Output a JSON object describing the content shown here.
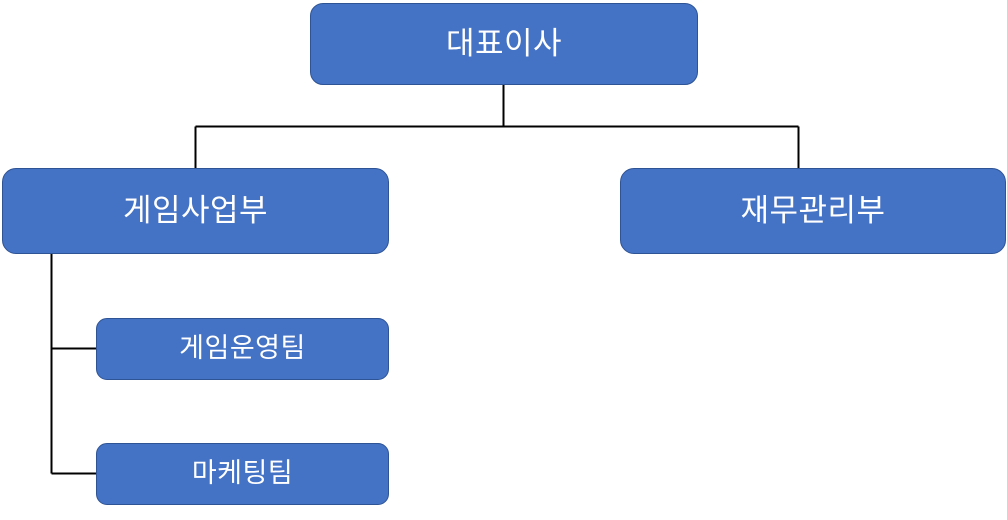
{
  "chart": {
    "type": "org-chart",
    "title": "",
    "background_color": "#FFFFFF",
    "node_fill_color": "#4472C4",
    "node_border_color": "#2E5496",
    "node_text_color": "#FFFFFF",
    "connector_color": "#000000",
    "nodes": [
      {
        "id": "ceo",
        "label": "대표이사",
        "level": 1,
        "parent": null
      },
      {
        "id": "game-division",
        "label": "게임사업부",
        "level": 2,
        "parent": "ceo"
      },
      {
        "id": "finance-division",
        "label": "재무관리부",
        "level": 2,
        "parent": "ceo"
      },
      {
        "id": "game-ops-team",
        "label": "게임운영팀",
        "level": 3,
        "parent": "game-division"
      },
      {
        "id": "marketing-team",
        "label": "마케팅팀",
        "level": 3,
        "parent": "game-division"
      }
    ]
  }
}
